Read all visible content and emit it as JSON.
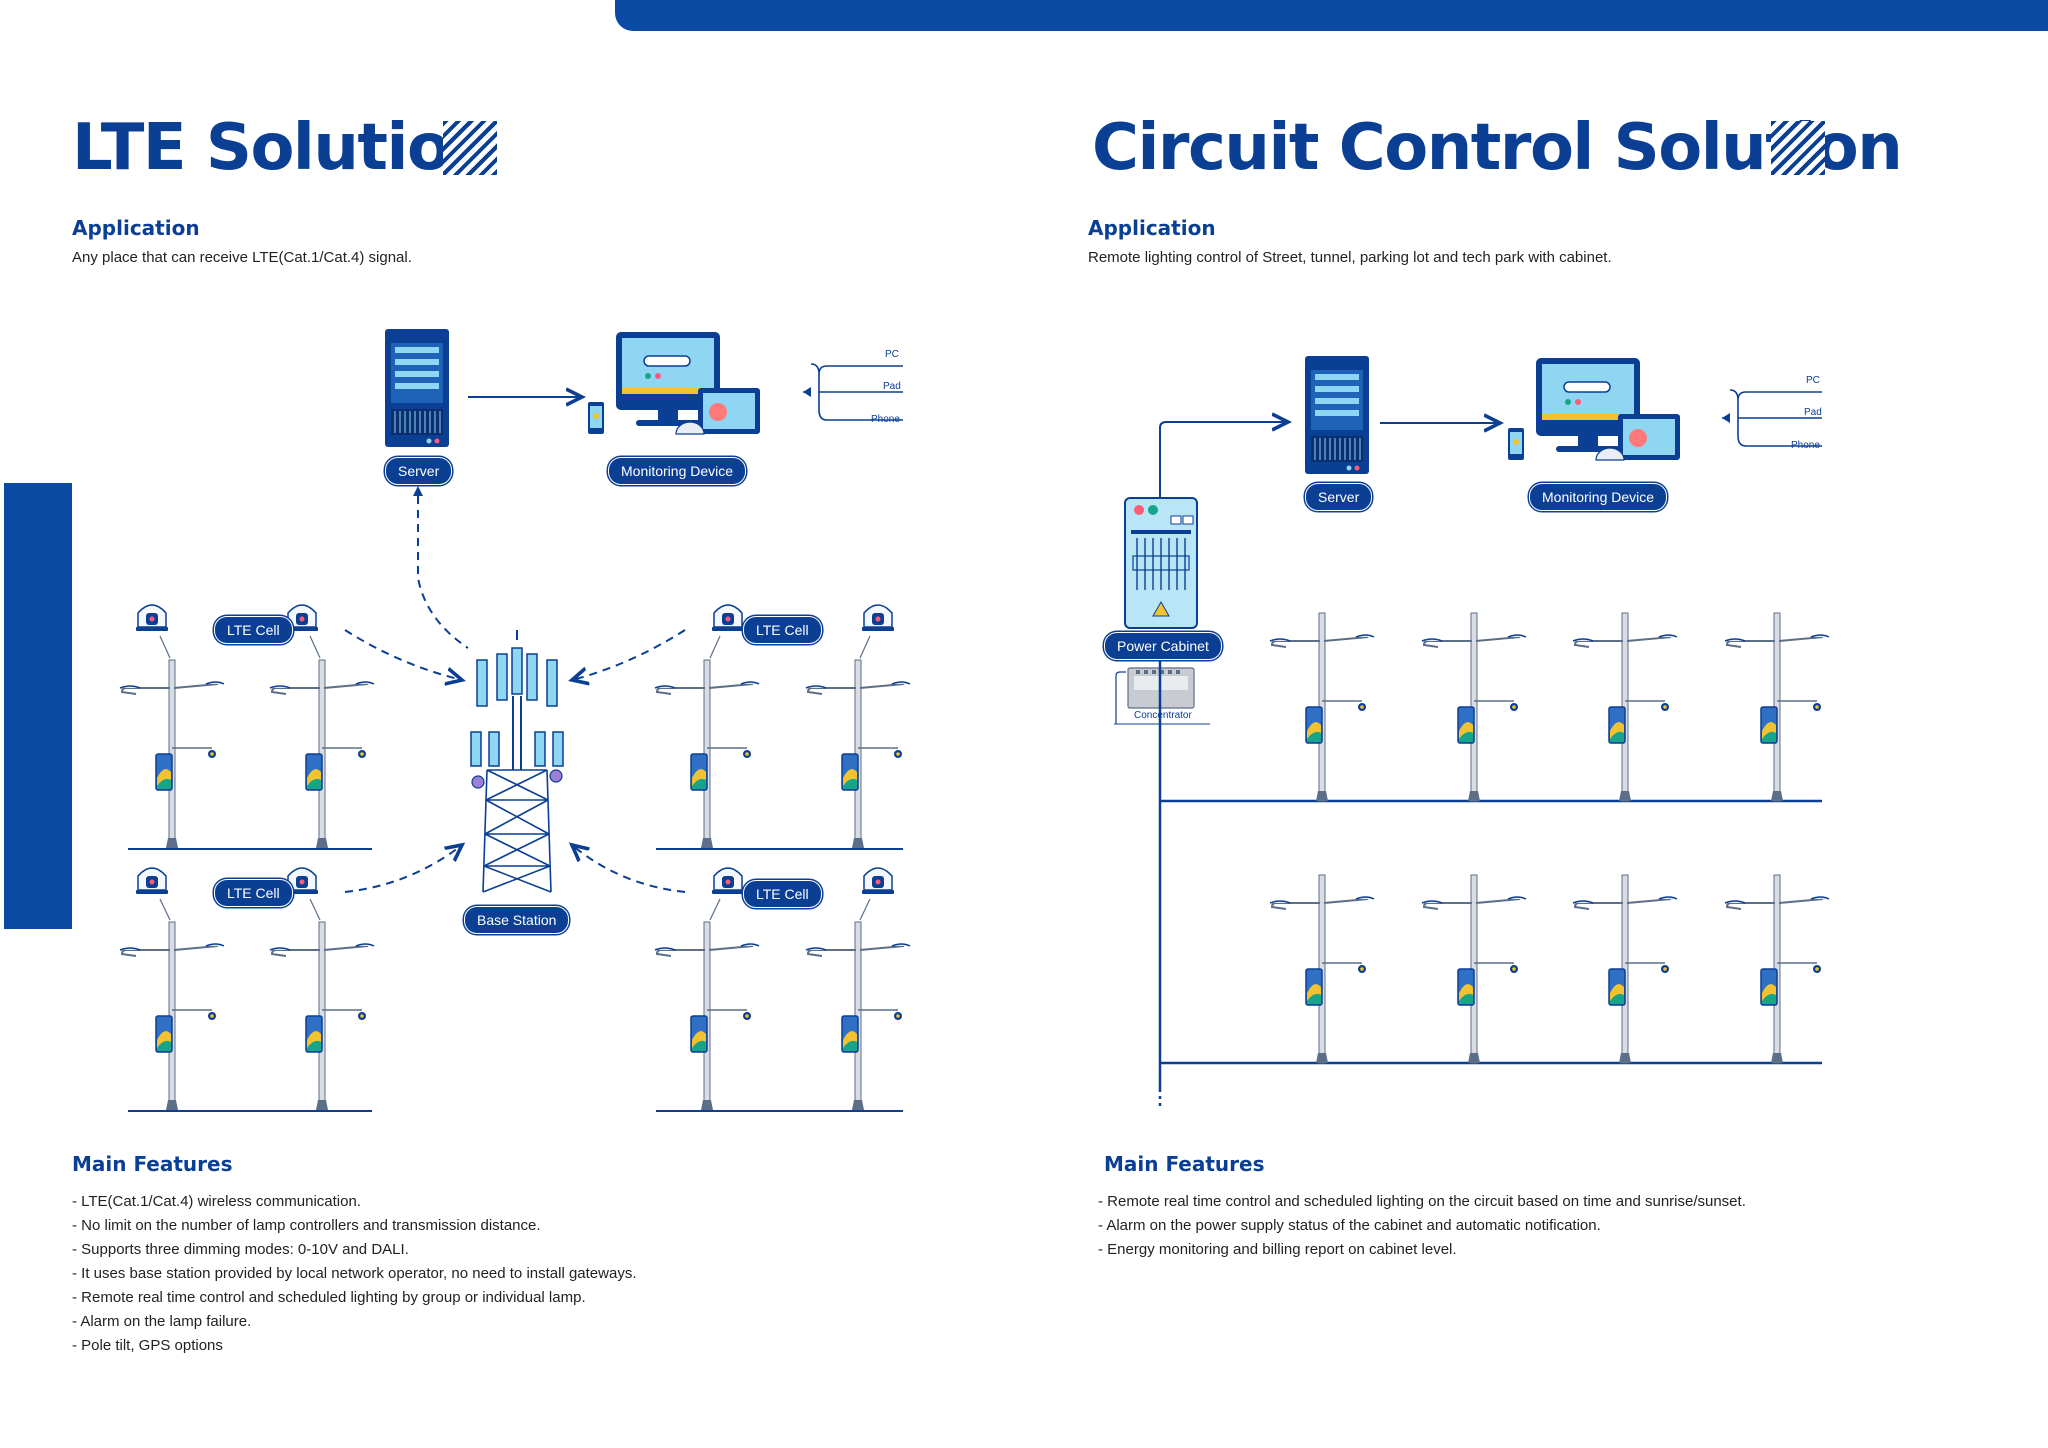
{
  "left": {
    "title": "LTE Solution",
    "application_heading": "Application",
    "application_text": "Any place that can receive LTE(Cat.1/Cat.4)  signal.",
    "diagram": {
      "server": "Server",
      "monitoring": "Monitoring Device",
      "pc": "PC",
      "pad": "Pad",
      "phone": "Phone",
      "lte_cell": "LTE Cell",
      "base_station": "Base Station"
    },
    "features_heading": "Main Features",
    "features": [
      "- LTE(Cat.1/Cat.4) wireless communication.",
      "- No limit on the number of lamp controllers and transmission distance.",
      "- Supports three dimming modes: 0-10V and DALI.",
      "- It uses base station provided by local network operator, no need to install gateways.",
      "- Remote real time control and scheduled lighting by group or individual lamp.",
      "- Alarm on the lamp failure.",
      "- Pole tilt, GPS options"
    ]
  },
  "right": {
    "title": "Circuit Control Solution",
    "application_heading": "Application",
    "application_text": "Remote lighting control of Street, tunnel, parking lot and tech park with cabinet.",
    "diagram": {
      "server": "Server",
      "monitoring": "Monitoring Device",
      "pc": "PC",
      "pad": "Pad",
      "phone": "Phone",
      "power_cabinet": "Power Cabinet",
      "concentrator": "Concentrator"
    },
    "features_heading": "Main Features",
    "features": [
      "- Remote real time control and scheduled lighting on the circuit based on time and sunrise/sunset.",
      "- Alarm on the power supply status of the cabinet and automatic notification.",
      "- Energy monitoring and billing report on cabinet level."
    ]
  },
  "colors": {
    "brand_blue": "#0b4aa2",
    "title_blue": "#0b3f94",
    "light_blue": "#8fd6f2",
    "accent_yellow": "#f2c230",
    "accent_green": "#17a58a"
  },
  "icons": [
    "server-icon",
    "monitor-icon",
    "phone-icon",
    "tablet-icon",
    "lamp-pole-icon",
    "lte-module-icon",
    "base-station-tower-icon",
    "power-cabinet-icon",
    "concentrator-icon"
  ]
}
